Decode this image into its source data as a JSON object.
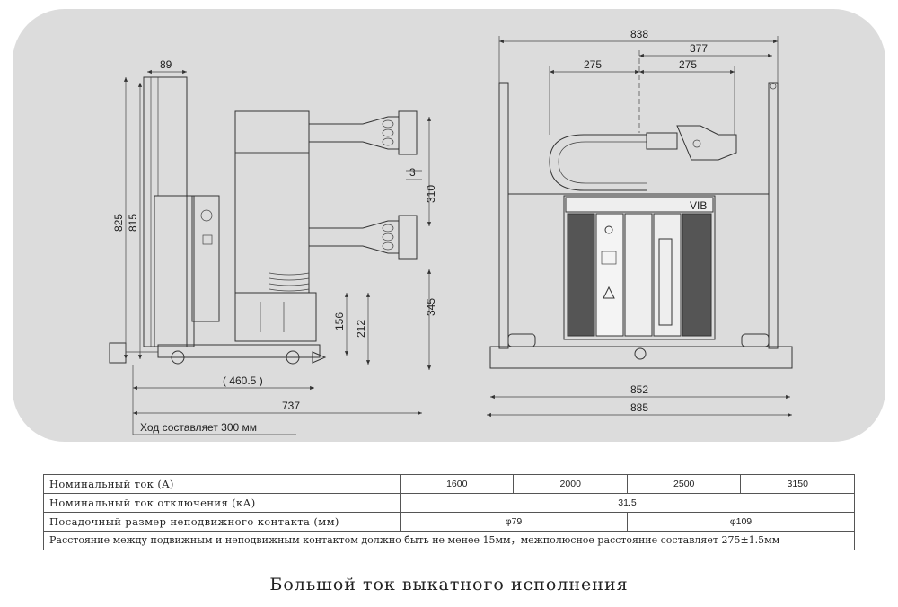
{
  "left_view": {
    "dims": {
      "d89": "89",
      "d825": "825",
      "d815": "815",
      "d3": "3",
      "d310": "310",
      "d156": "156",
      "d212": "212",
      "d345": "345",
      "d460": "( 460.5 )",
      "d737": "737"
    },
    "stroke_note": "Ход составляет 300 мм"
  },
  "right_view": {
    "dims": {
      "d838": "838",
      "d377": "377",
      "d275a": "275",
      "d275b": "275",
      "d852": "852",
      "d885": "885"
    },
    "panel_label": "VIB"
  },
  "table": {
    "rows": [
      {
        "label": "Номинальный ток (A)",
        "values": [
          "1600",
          "2000",
          "2500",
          "3150"
        ]
      },
      {
        "label": "Номинальный ток отключения (кА)",
        "values": [
          "31.5"
        ]
      },
      {
        "label": "Посадочный размер неподвижного контакта (мм)",
        "values": [
          "φ79",
          "φ109"
        ]
      }
    ],
    "note": "Расстояние между подвижным и неподвижным контактом должно быть не менее 15мм，межполюсное расстояние составляет 275±1.5мм"
  },
  "caption": "Большой ток выкатного исполнения",
  "colors": {
    "panel": "#dcdcdc",
    "line": "#333333"
  }
}
